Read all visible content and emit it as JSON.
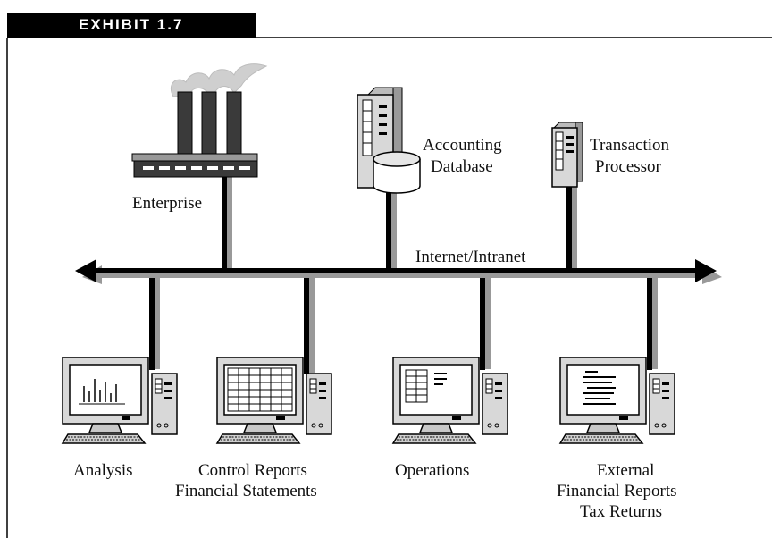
{
  "exhibit": {
    "label": "EXHIBIT 1.7"
  },
  "diagram": {
    "network_label": "Internet/Intranet",
    "nodes": {
      "enterprise": "Enterprise",
      "accounting_db": [
        "Accounting",
        "Database"
      ],
      "transaction": [
        "Transaction",
        "Processor"
      ]
    },
    "terminals": {
      "analysis": [
        "Analysis"
      ],
      "control": [
        "Control Reports",
        "Financial Statements"
      ],
      "operations": [
        "Operations"
      ],
      "external": [
        "External",
        "Financial Reports",
        "Tax Returns"
      ]
    }
  }
}
